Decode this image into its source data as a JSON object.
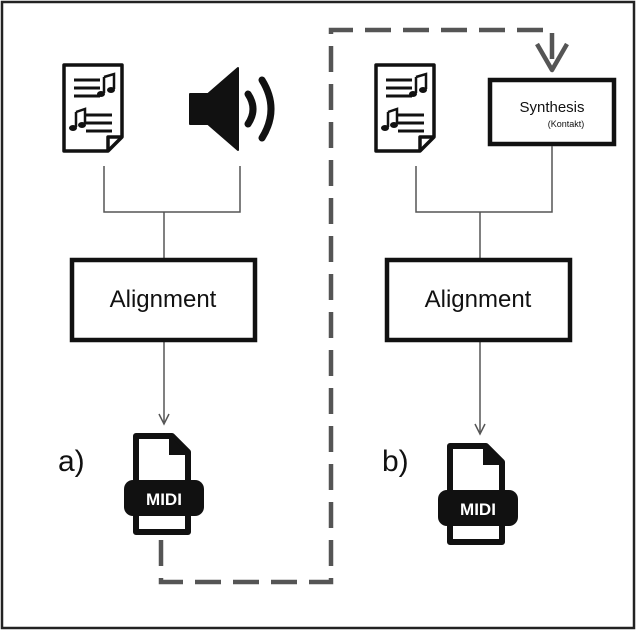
{
  "panel_a": {
    "alignment_label": "Alignment",
    "midi_label": "MIDI",
    "panel_label": "a)"
  },
  "panel_b": {
    "synthesis_label": "Synthesis",
    "synthesis_sub_label": "(Kontakt)",
    "alignment_label": "Alignment",
    "midi_label": "MIDI",
    "panel_label": "b)"
  },
  "icons": {
    "score": "sheet-music-icon",
    "audio": "speaker-icon",
    "midi": "midi-file-icon"
  },
  "colors": {
    "stroke": "#111111",
    "connector": "#555555",
    "dashed_loop": "#555555",
    "background": "#ffffff"
  }
}
